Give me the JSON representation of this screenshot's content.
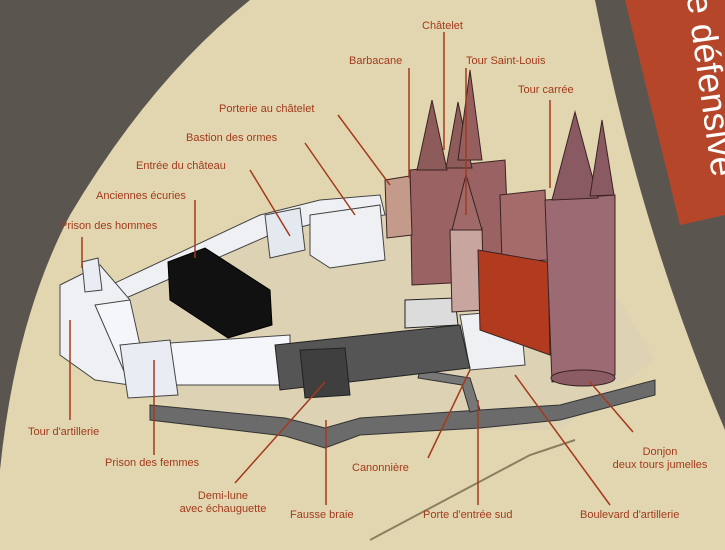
{
  "panel": {
    "banner_text": "e défensive",
    "colors": {
      "panel_bg": "#e2d6b0",
      "label": "#a33a1c",
      "banner": "#b5462a",
      "wall_white": "#eef0f4",
      "wall_dark": "#555555",
      "chateau_red": "#9a6060",
      "stable_black": "#111111"
    }
  },
  "labels": {
    "chatelet": "Châtelet",
    "barbacane": "Barbacane",
    "tour_saint_louis": "Tour Saint-Louis",
    "tour_carree": "Tour carrée",
    "porterie": "Porterie au châtelet",
    "bastion": "Bastion des ormes",
    "entree": "Entrée du château",
    "ecuries": "Anciennes écuries",
    "prison_hommes": "Prison des hommes",
    "tour_artillerie": "Tour d'artillerie",
    "prison_femmes": "Prison des femmes",
    "demi_lune_1": "Demi-lune",
    "demi_lune_2": "avec échauguette",
    "fausse_braie": "Fausse braie",
    "canonniere": "Canonnière",
    "porte_sud": "Porte d'entrée sud",
    "boulevard": "Boulevard d'artillerie",
    "donjon_1": "Donjon",
    "donjon_2": "deux tours jumelles"
  }
}
